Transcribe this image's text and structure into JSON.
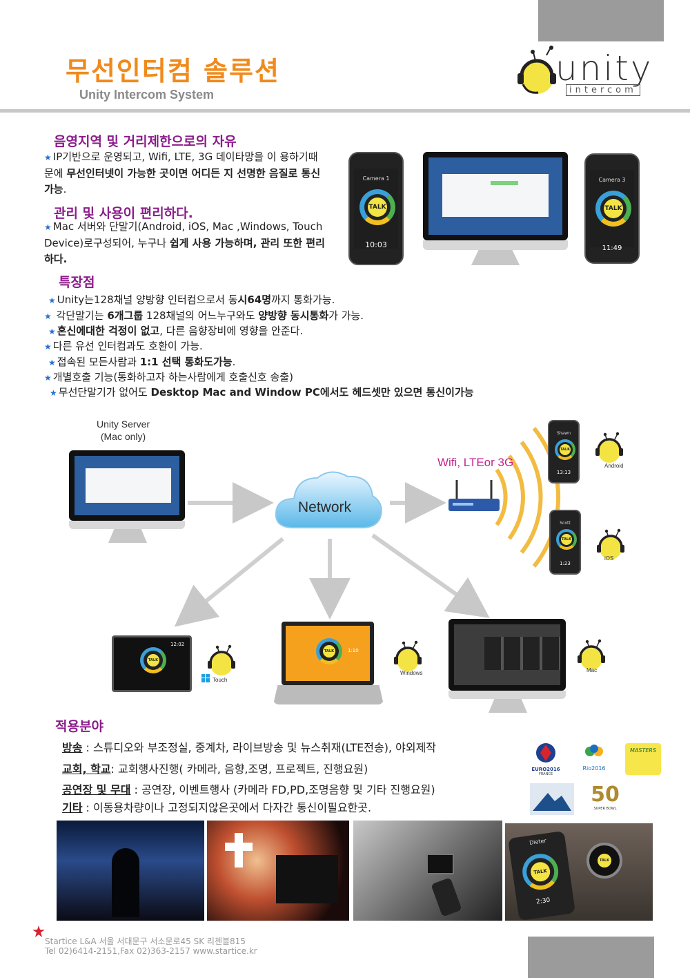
{
  "header": {
    "title": "무선인터컴 솔루션",
    "subtitle": "Unity Intercom System",
    "logo_word": "unity",
    "logo_sub": "intercom"
  },
  "section1": {
    "heading": "음영지역 및 거리제한으로의 자유",
    "text_a": "IP기반으로 운영되고, Wifi, LTE, 3G 데이타망을 이 용하기때문에 ",
    "text_bold": "무선인터넷이 가능한 곳이면 어디든 지 선명한 음질로 통신가능",
    "text_end": "."
  },
  "section2": {
    "heading": "관리 및 사용이 편리하다.",
    "text_a": "Mac 서버와 단말기(Android, iOS, Mac ,Windows, Touch Device)로구성되어, 누구나 ",
    "text_bold": "쉽게 사용 가능하며, 관리 또한 편리하다."
  },
  "section3": {
    "heading": "특장점",
    "items": [
      {
        "pre": "Unity는128채널 양방향 인터컴으로서 동",
        "bold": "시64명",
        "post": "까지 통화가능."
      },
      {
        "pre": " 각단말기는 ",
        "bold": "6개그룹",
        "post": " 128채널의 어느누구와도 ",
        "bold2": "양방향 동시통화",
        "post2": "가 가능."
      },
      {
        "pre": "",
        "bold": "혼신에대한 걱정이 없고",
        "post": ", 다른 음향장비에 영향을 안준다."
      },
      {
        "pre": "다른 유선 인터컴과도 호환이 가능.",
        "bold": "",
        "post": ""
      },
      {
        "pre": "접속된 모든사람과 ",
        "bold": "1:1 선택 통화도가능",
        "post": "."
      },
      {
        "pre": "개별호출 기능(통화하고자 하는사람에게 호출신호 송출)",
        "bold": "",
        "post": ""
      },
      {
        "pre": "무선단말기가 없어도 ",
        "bold": "Desktop Mac and Window PC에서도 헤드셋만 있으면 통신이가능",
        "post": ""
      }
    ]
  },
  "devices": {
    "phone1_title": "Camera 1",
    "phone1_time": "10:03",
    "phone2_title": "Camera 3",
    "phone2_time": "11:49",
    "talk": "TALK",
    "android_name": "Shawn",
    "android_time": "13:13",
    "ios_name": "Scott",
    "ios_time": "1:23",
    "tablet_time": "12:02",
    "laptop_time": "1:10"
  },
  "diagram": {
    "server_label_1": "Unity Server",
    "server_label_2": "(Mac only)",
    "network": "Network",
    "wifi": "Wifi, LTEor 3G",
    "android": "Android",
    "ios": "iOS",
    "touch": "Touch",
    "windows": "Windows",
    "mac": "Mac"
  },
  "applications": {
    "heading": "적용분야",
    "rows": [
      {
        "label": "방송",
        "text": " : 스튜디오와 부조정실, 중계차, 라이브방송 및 뉴스취재(LTE전송), 야외제작"
      },
      {
        "label": "교회, 학교",
        "text": ": 교회행사진행( 카메라, 음향,조명, 프로젝트, 진행요원)"
      },
      {
        "label": "공연장 및 무대",
        "text": " : 공연장, 이벤트행사 (카메라 FD,PD,조명음향 및 기타 진행요원)"
      },
      {
        "label": "기타",
        "text": " : 이동용차량이나 고정되지않은곳에서 다자간 통신이필요한곳."
      }
    ],
    "logos": {
      "euro": "EURO2016",
      "euro_sub": "FRANCE",
      "rio": "Rio2016",
      "masters": "MASTERS",
      "super_bowl_num": "50",
      "super_bowl": "SUPER BOWL"
    }
  },
  "photos": {
    "watch_name": "Dieter",
    "watch_time": "2:30",
    "talk": "TALK"
  },
  "footer": {
    "line1": "Startice L&A 서울 서대문구 서소문로45 SK 리첸블815",
    "line2": "Tel 02)6414-2151,Fax 02)363-2157 www.startice.kr"
  },
  "colors": {
    "title_orange": "#f08a1c",
    "heading_purple": "#8b1c8b",
    "wifi_magenta": "#c8208c",
    "talk_yellow": "#f4e443",
    "bullet_blue": "#2a6fd0"
  }
}
